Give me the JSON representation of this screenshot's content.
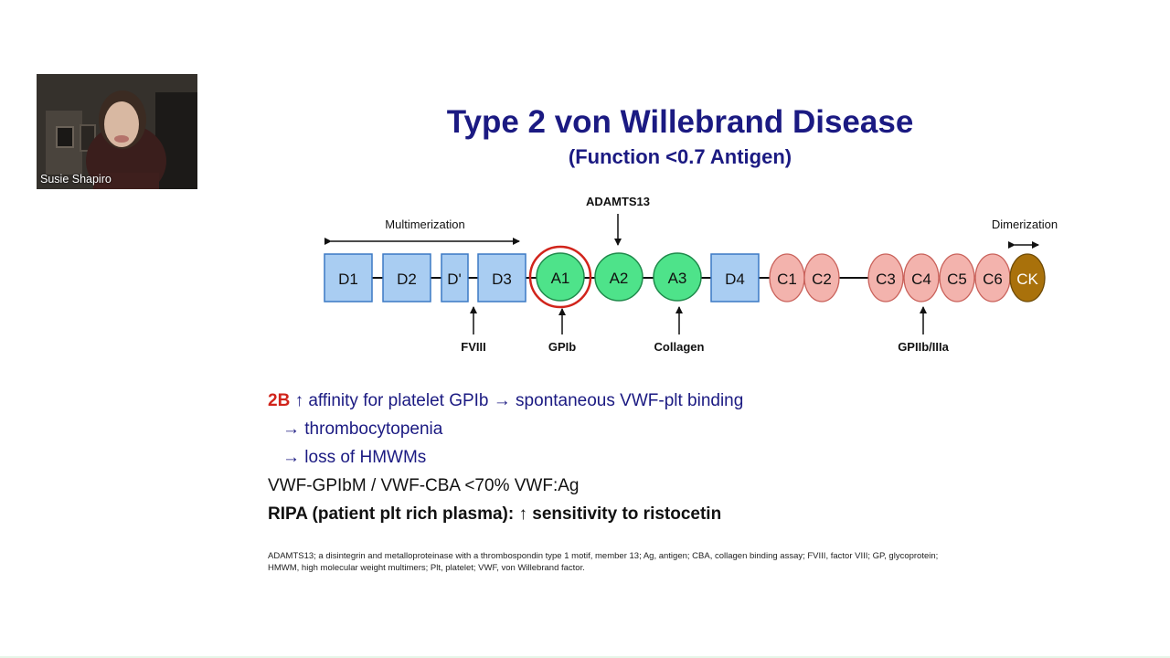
{
  "participant": {
    "name": "Susie Shapiro"
  },
  "slide": {
    "title": "Type 2 von Willebrand Disease",
    "subtitle": "(Function <0.7 Antigen)",
    "diagram": {
      "label_multimerization": "Multimerization",
      "label_dimerization": "Dimerization",
      "label_adamts13": "ADAMTS13",
      "label_fviii": "FVIII",
      "label_gpib": "GPIb",
      "label_collagen": "Collagen",
      "label_gpiib": "GPIIb/IIIa",
      "domains": [
        "D1",
        "D2",
        "D'",
        "D3",
        "A1",
        "A2",
        "A3",
        "D4",
        "C1",
        "C2",
        "C3",
        "C4",
        "C5",
        "C6",
        "CK"
      ],
      "colors": {
        "d_domain": "#a9cdf2",
        "a_domain": "#4ee38a",
        "c_domain": "#f3b3ad",
        "ck_domain": "#a9710b",
        "highlight_ring": "#d1241b"
      }
    },
    "bullets": {
      "b1_prefix": "2B",
      "b1_text": "↑ affinity for platelet GPIb → spontaneous VWF-plt binding",
      "b2": "→ thrombocytopenia",
      "b3": "→ loss of HMWMs",
      "b4": "VWF-GPIbM / VWF-CBA <70% VWF:Ag",
      "b5": "RIPA (patient plt rich plasma): ↑ sensitivity to ristocetin"
    },
    "footnote_line1": "ADAMTS13; a disintegrin and metalloproteinase with a thrombospondin type 1 motif, member 13; Ag, antigen; CBA, collagen binding assay; FVIII, factor VIII; GP, glycoprotein;",
    "footnote_line2": "HMWM, high molecular weight multimers; Plt, platelet; VWF, von Willebrand factor."
  }
}
